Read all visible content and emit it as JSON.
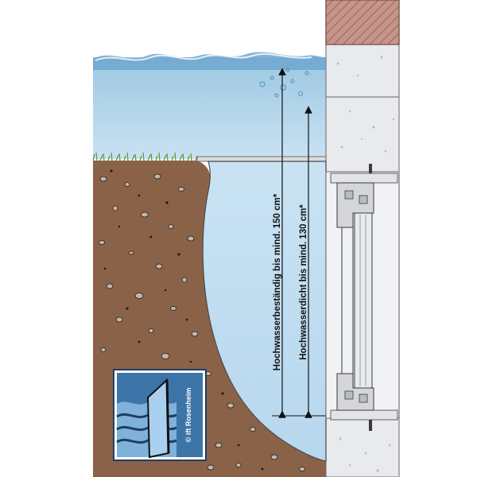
{
  "measurements": {
    "outer_label": "Hochwasserbeständig bis mind. 150 cm*",
    "inner_label": "Hochwasserdicht bis mind. 130 cm*"
  },
  "logo": {
    "text": "© ift Rosenheim"
  },
  "colors": {
    "water_surface": "#a9cfe6",
    "water_basin": "#c5e1f2",
    "soil": "#8a6248",
    "wall": "#e9eaee",
    "brick": "#c08c82",
    "logo_bg": "#3d74a8"
  }
}
